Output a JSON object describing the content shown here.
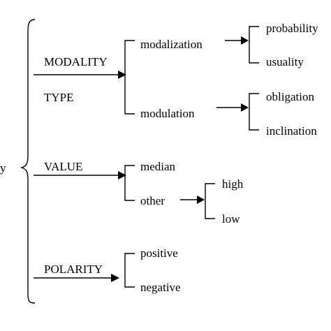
{
  "diagram": {
    "root": "y",
    "modality": {
      "label": "MODALITY",
      "type_label": "TYPE",
      "modalization": {
        "label": "modalization",
        "children": [
          "probability",
          "usuality"
        ]
      },
      "modulation": {
        "label": "modulation",
        "children": [
          "obligation",
          "inclination"
        ]
      }
    },
    "value": {
      "label": "VALUE",
      "median": "median",
      "other": {
        "label": "other",
        "children": [
          "high",
          "low"
        ]
      }
    },
    "polarity": {
      "label": "POLARITY",
      "children": [
        "positive",
        "negative"
      ]
    }
  }
}
